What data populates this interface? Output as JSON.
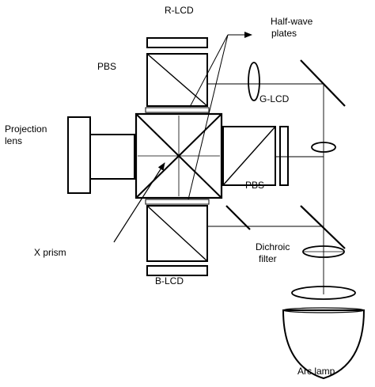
{
  "labels": {
    "r_lcd": "R-LCD",
    "g_lcd": "G-LCD",
    "b_lcd": "B-LCD",
    "half_wave_plates_line1": "Half-wave",
    "half_wave_plates_line2": "plates",
    "pbs_top": "PBS",
    "pbs_right": "PBS",
    "projection_lens_line1": "Projection",
    "projection_lens_line2": "lens",
    "x_prism": "X  prism",
    "dichroic_filter_line1": "Dichroic",
    "dichroic_filter_line2": "filter",
    "arc_lamp": "Arc lamp"
  }
}
